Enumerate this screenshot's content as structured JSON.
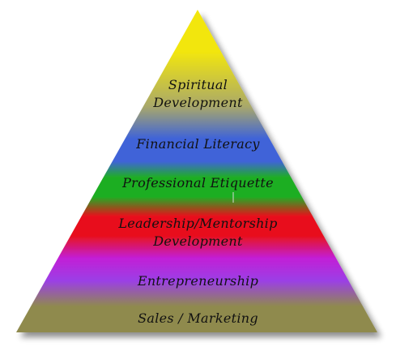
{
  "diagram": {
    "colors": {
      "top": "#f2e60e",
      "olive": "#a9a86a",
      "blue": "#3f63d8",
      "green": "#1fae24",
      "red": "#e8101a",
      "magenta": "#c21fd6",
      "purple": "#9b3fe6",
      "bottom": "#8f8a4e"
    },
    "levels": [
      {
        "line1": "Spiritual",
        "line2": "Development"
      },
      {
        "line1": "Financial Literacy"
      },
      {
        "line1": "Professional Etiquette"
      },
      {
        "line1": "Leadership/Mentorship",
        "line2": "Development"
      },
      {
        "line1": "Entrepreneurship"
      },
      {
        "line1": "Sales / Marketing"
      }
    ]
  }
}
